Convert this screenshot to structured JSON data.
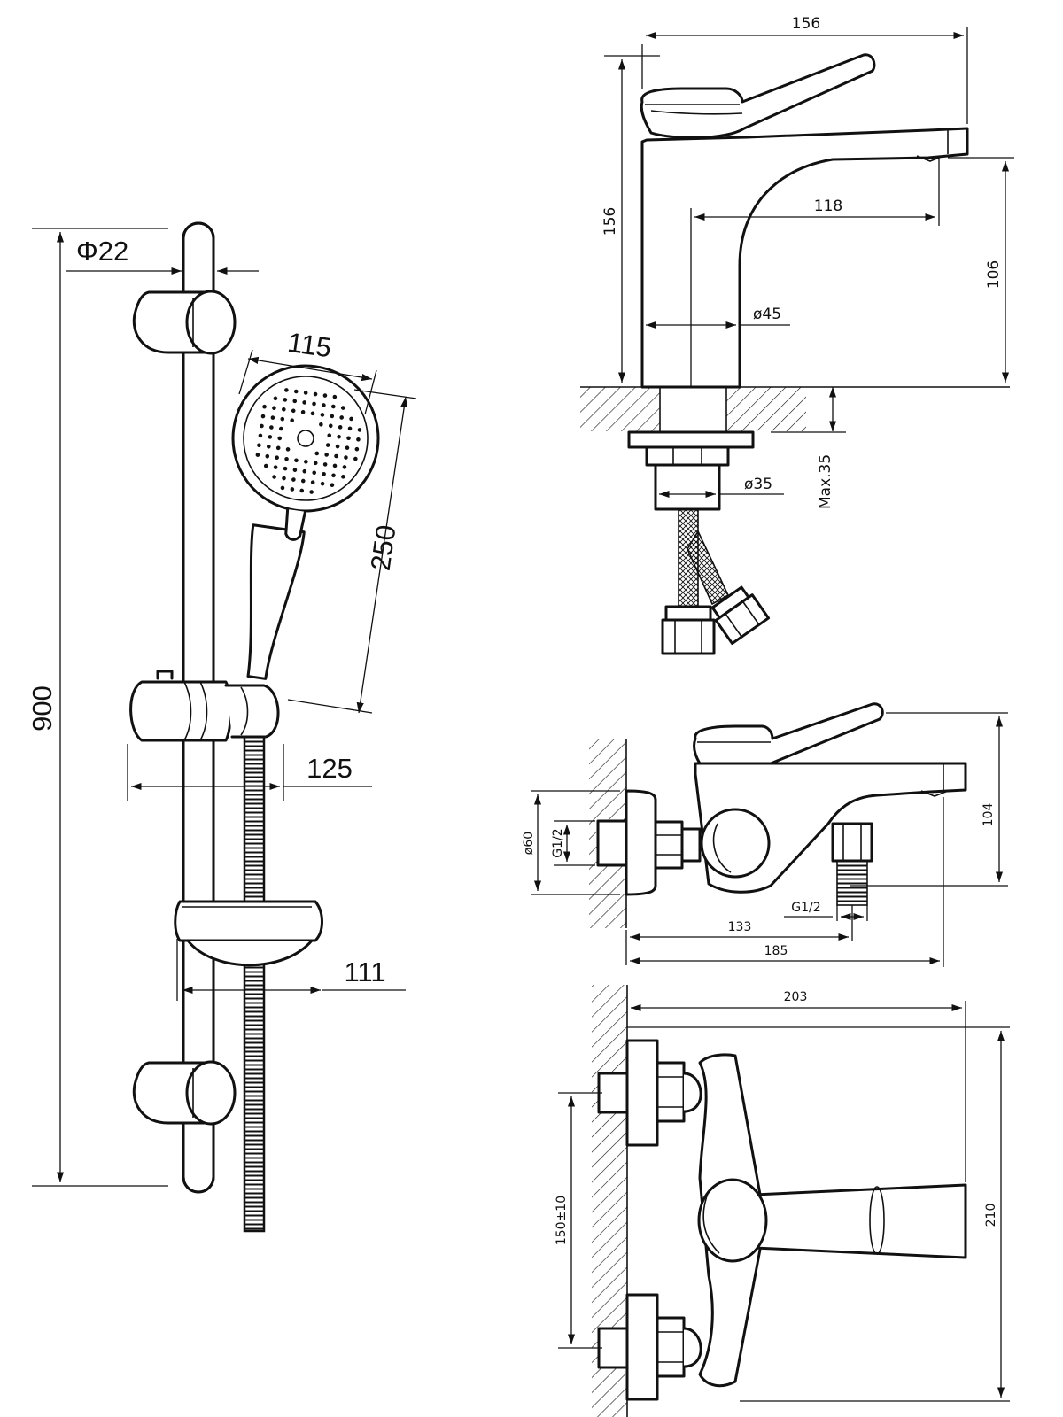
{
  "shower_set": {
    "rail_diameter": "Φ22",
    "total_height": "900",
    "head_diameter": "115",
    "head_length": "250",
    "holder_projection": "125",
    "soap_dish_depth": "111"
  },
  "basin_mixer": {
    "total_length": "156",
    "total_height": "156",
    "spout_reach": "118",
    "spout_height": "106",
    "body_diameter": "ø45",
    "shank_diameter": "ø35",
    "max_deck_thickness": "Max.35"
  },
  "bath_mixer_side": {
    "flange_diameter": "ø60",
    "inlet_thread": "G1/2",
    "outlet_thread": "G1/2",
    "height": "104",
    "spout_outlet_distance": "133",
    "projection": "185"
  },
  "bath_mixer_front": {
    "width": "203",
    "height": "210",
    "inlet_centers": "150±10"
  }
}
